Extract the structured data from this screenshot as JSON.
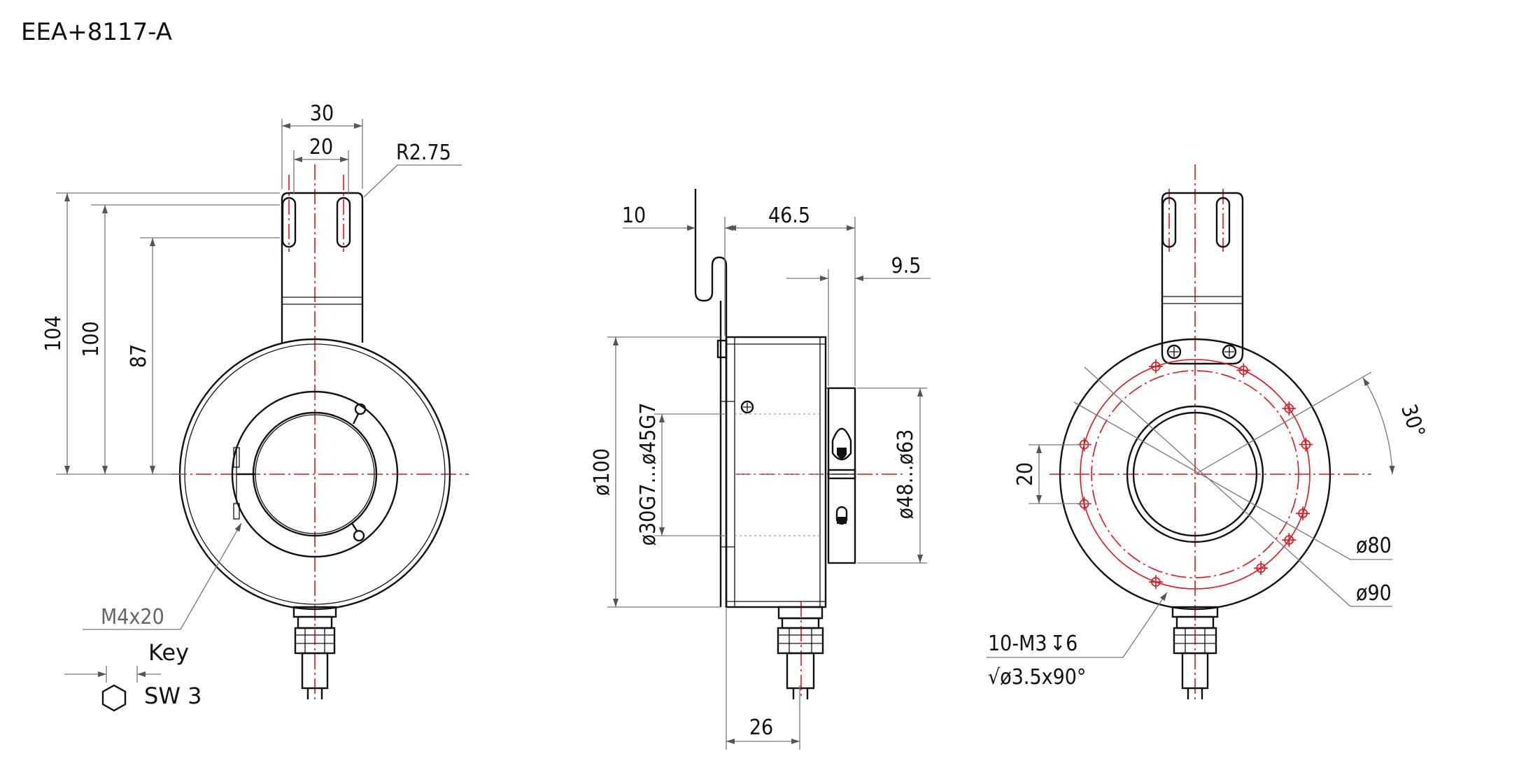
{
  "title": "EEA+8117-A",
  "left_view": {
    "dim_30": "30",
    "dim_20": "20",
    "dim_r275": "R2.75",
    "dim_104": "104",
    "dim_100": "100",
    "dim_87": "87",
    "screw_label": "M4x20",
    "key_label": "Key",
    "sw_label": "SW  3"
  },
  "middle_view": {
    "dim_10": "10",
    "dim_465": "46.5",
    "dim_95": "9.5",
    "dim_d100": "ø100",
    "dim_bore": "ø30G7…ø45G7",
    "dim_clamp": "ø48…ø63",
    "dim_26": "26"
  },
  "right_view": {
    "dim_30deg": "30°",
    "dim_20": "20",
    "dim_d80": "ø80",
    "dim_d90": "ø90",
    "holes_label": "10-M3",
    "holes_depth": "6",
    "chamfer_label": "ø3.5x90°"
  },
  "colors": {
    "line": "#111111",
    "centerline": "#e0141b",
    "dimline": "#777777"
  }
}
